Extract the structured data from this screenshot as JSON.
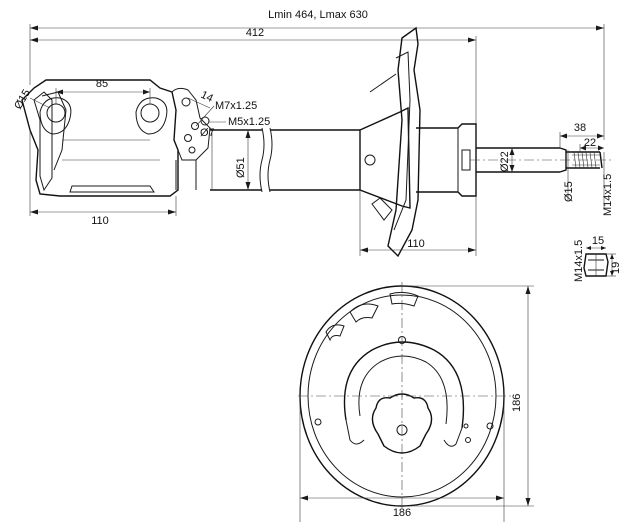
{
  "overall_length_label": "Lmin 464, Lmax 630",
  "dimensions": {
    "body_length": "412",
    "bracket_hole_spacing": "85",
    "bracket_hole_diameter": "Ø15",
    "mount_thread_a": "M7x1.25",
    "mount_thread_b": "M5x1.25",
    "small_radius": "14",
    "small_hole_diameter": "Ø7",
    "tube_diameter": "Ø51",
    "bracket_length": "110",
    "lower_spring_seat_length": "110",
    "rod_diameter": "Ø22",
    "rod_tip_diameter": "Ø15",
    "thread_length": "38",
    "thread_sub_length": "22",
    "rod_thread": "M14x1.5",
    "nut_thread": "M14x1.5",
    "nut_height": "15",
    "nut_width": "19",
    "seat_width": "186",
    "seat_height": "186"
  }
}
